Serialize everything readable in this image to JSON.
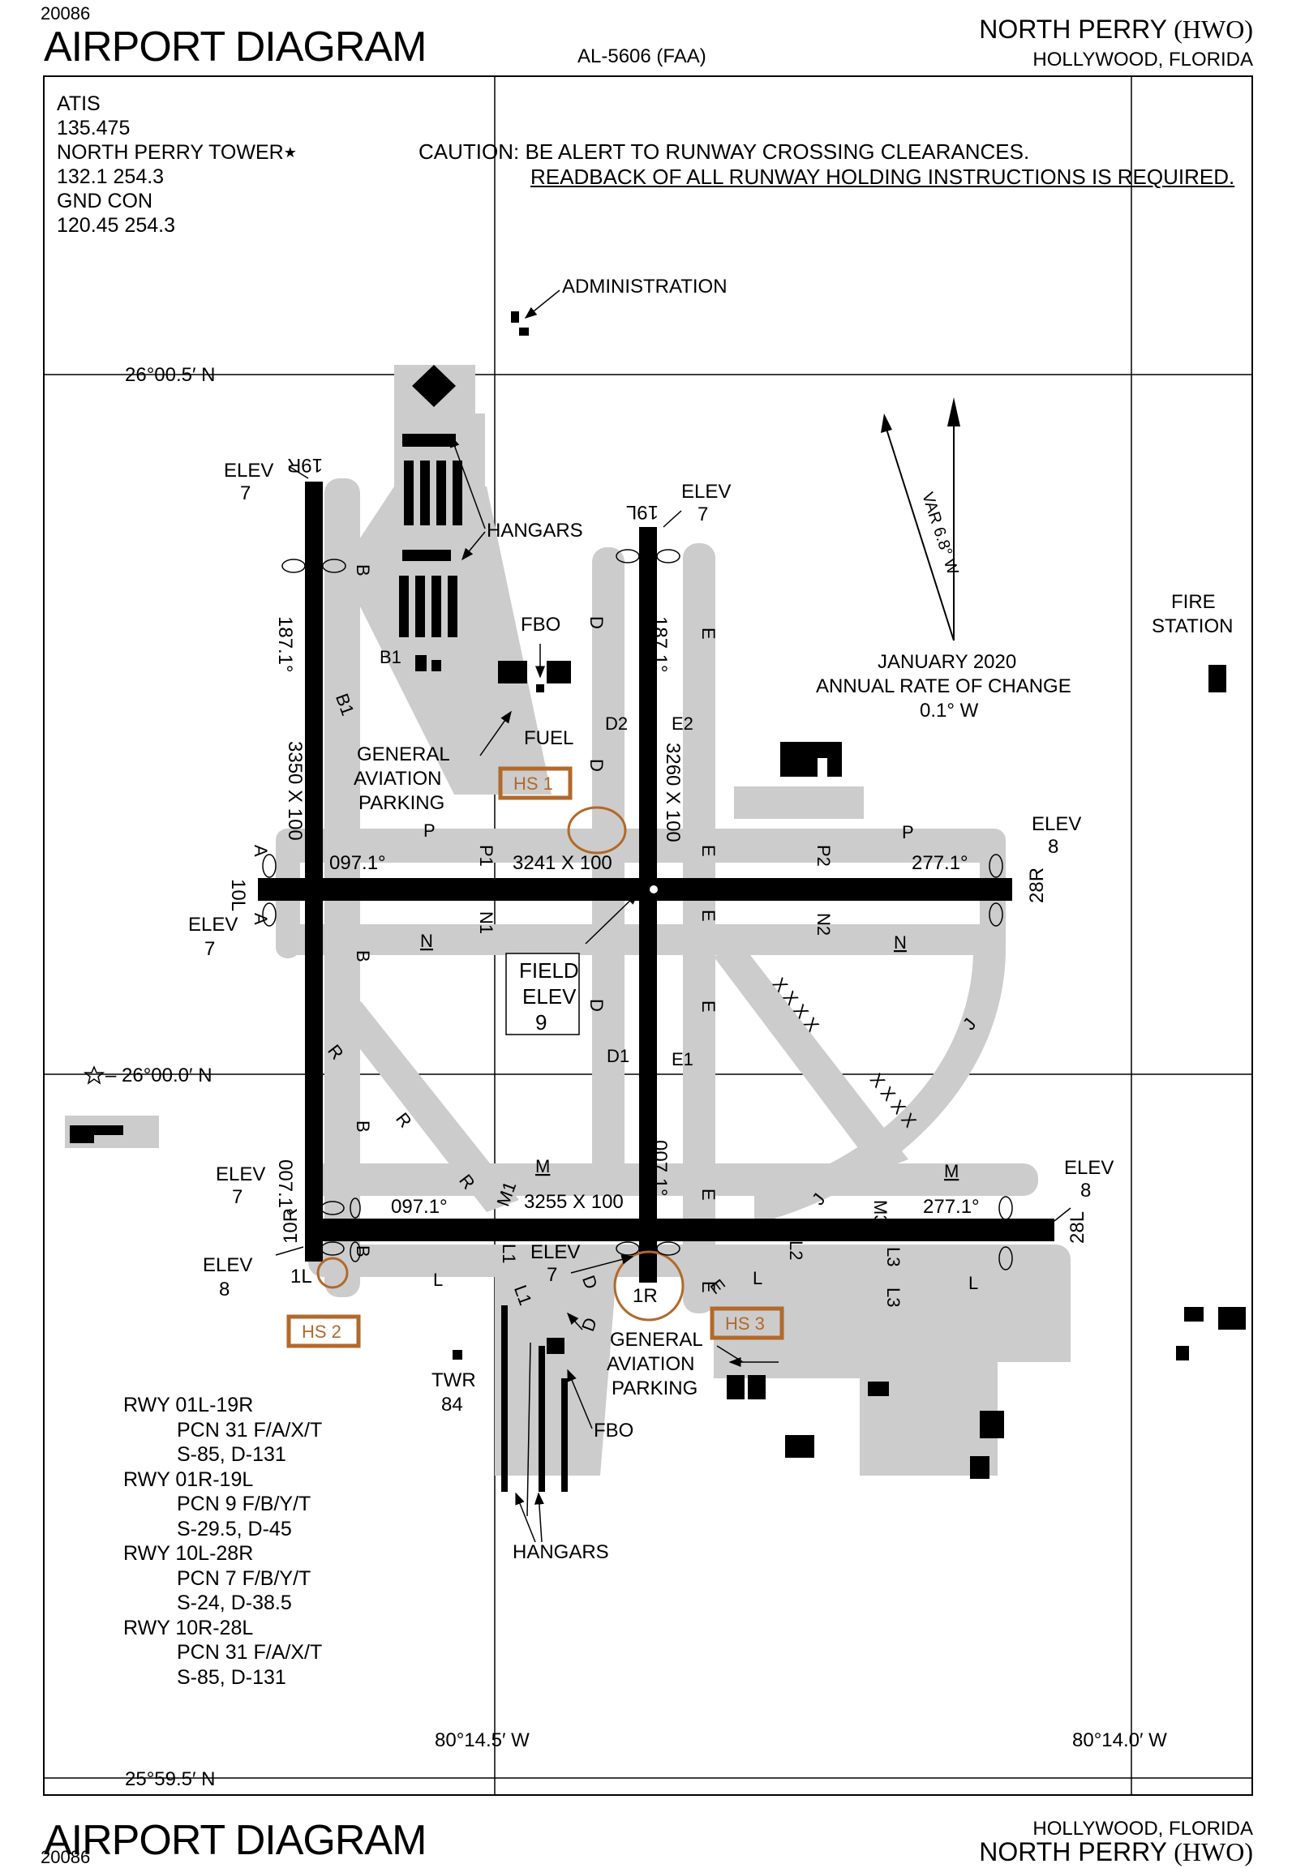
{
  "header": {
    "id": "20086",
    "title": "AIRPORT DIAGRAM",
    "al_number": "AL-5606 (FAA)",
    "airport": "NORTH PERRY",
    "identifier": "(HWO)",
    "city": "HOLLYWOOD, FLORIDA"
  },
  "footer": {
    "title": "AIRPORT DIAGRAM",
    "city": "HOLLYWOOD, FLORIDA",
    "airport": "NORTH PERRY",
    "identifier": "(HWO)",
    "id": "20086"
  },
  "frequencies": {
    "atis_label": "ATIS",
    "atis_freq": "135.475",
    "tower_label": "NORTH PERRY TOWER",
    "tower_star": "★",
    "tower_freq": "132.1 254.3",
    "gnd_label": "GND CON",
    "gnd_freq": "120.45 254.3"
  },
  "caution": {
    "line1": "CAUTION: BE ALERT TO RUNWAY CROSSING CLEARANCES.",
    "line2": "READBACK OF ALL RUNWAY HOLDING INSTRUCTIONS IS REQUIRED."
  },
  "coordinates": {
    "lat_top": "26°00.5′ N",
    "lat_mid": "– 26°00.0′ N",
    "lat_bottom": "25°59.5′ N",
    "lon_left": "80°14.5′ W",
    "lon_right": "80°14.0′ W"
  },
  "magvar": {
    "var_label": "VAR 6.8° W",
    "date": "JANUARY 2020",
    "rate_label": "ANNUAL RATE OF CHANGE",
    "rate_value": "0.1° W"
  },
  "labels": {
    "administration": "ADMINISTRATION",
    "hangars_top": "HANGARS",
    "hangars_bottom": "HANGARS",
    "fbo_top": "FBO",
    "fbo_bottom": "FBO",
    "fuel": "FUEL",
    "ga_parking_top": [
      "GENERAL",
      "AVIATION",
      "PARKING"
    ],
    "ga_parking_bottom": [
      "GENERAL",
      "AVIATION",
      "PARKING"
    ],
    "fire_station": [
      "FIRE",
      "STATION"
    ],
    "field_elev": [
      "FIELD",
      "ELEV",
      "9"
    ],
    "twr": [
      "TWR",
      "84"
    ],
    "hot_spots": [
      "HS 1",
      "HS 2",
      "HS 3"
    ]
  },
  "runways": {
    "r19r": "19R",
    "r19l": "19L",
    "r10l": "10L",
    "r28r": "28R",
    "r10r": "10R",
    "r28l": "28L",
    "r1l": "1L",
    "r1r": "1R",
    "elev_label": "ELEV",
    "elev_19r": "7",
    "elev_19l": "7",
    "elev_10l": "7",
    "elev_28r": "8",
    "elev_10r": "7",
    "elev_28l": "8",
    "elev_1l": "8",
    "elev_1r": "7",
    "dim_01l": "3350 X 100",
    "dim_01r": "3260 X 100",
    "dim_10l": "3241 X 100",
    "dim_10r": "3255 X 100",
    "hdg_187_left": "187.1°",
    "hdg_187_right": "187.1°",
    "hdg_007_left": "007.1°",
    "hdg_007_right": "007.1°",
    "hdg_097_top": "097.1°",
    "hdg_277_top": "277.1°",
    "hdg_097_bottom": "097.1°",
    "hdg_277_bottom": "277.1°"
  },
  "taxiways": {
    "a": "A",
    "b": "B",
    "b1": "B1",
    "d": "D",
    "d1": "D1",
    "d2": "D2",
    "e": "E",
    "e1": "E1",
    "e2": "E2",
    "p": "P",
    "p1": "P1",
    "p2": "P2",
    "n": "N",
    "n1": "N1",
    "n2": "N2",
    "m": "M",
    "m1": "M1",
    "m3": "M3",
    "r": "R",
    "j": "J",
    "l": "L",
    "l1": "L1",
    "l2": "L2",
    "l3": "L3",
    "closed": "X X X X"
  },
  "runway_info": [
    {
      "rwy": "RWY 01L-19R",
      "pcn": "PCN 31 F/A/X/T",
      "weights": "S-85, D-131"
    },
    {
      "rwy": "RWY 01R-19L",
      "pcn": "PCN 9 F/B/Y/T",
      "weights": "S-29.5, D-45"
    },
    {
      "rwy": "RWY 10L-28R",
      "pcn": "PCN 7 F/B/Y/T",
      "weights": "S-24, D-38.5"
    },
    {
      "rwy": "RWY 10R-28L",
      "pcn": "PCN 31 F/A/X/T",
      "weights": "S-85, D-131"
    }
  ],
  "colors": {
    "runway": "#000000",
    "taxiway": "#cccccc",
    "hot_spot": "#b2692a",
    "grid": "#000000"
  }
}
